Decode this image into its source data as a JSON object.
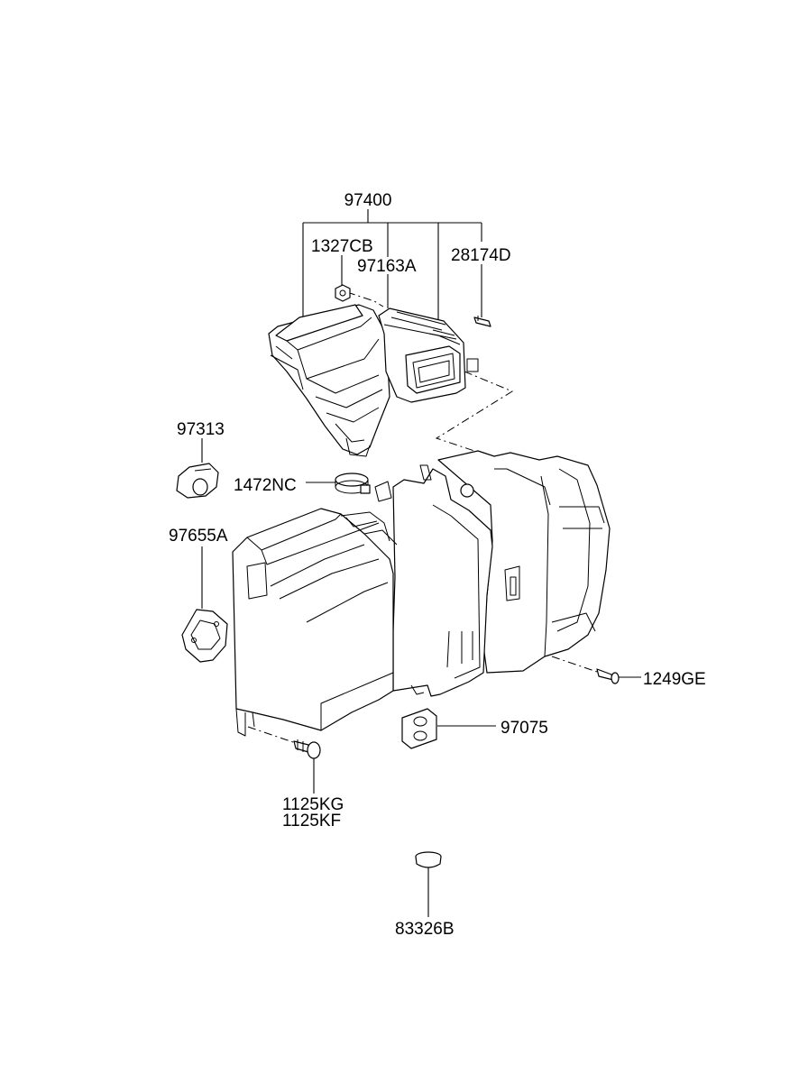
{
  "diagram": {
    "labels": {
      "p97400": "97400",
      "p1327CB": "1327CB",
      "p97163A": "97163A",
      "p28174D": "28174D",
      "p97313": "97313",
      "p1472NC": "1472NC",
      "p97655A": "97655A",
      "p1249GE": "1249GE",
      "p97075": "97075",
      "p1125KG": "1125KG",
      "p1125KF": "1125KF",
      "p83326B": "83326B"
    }
  }
}
